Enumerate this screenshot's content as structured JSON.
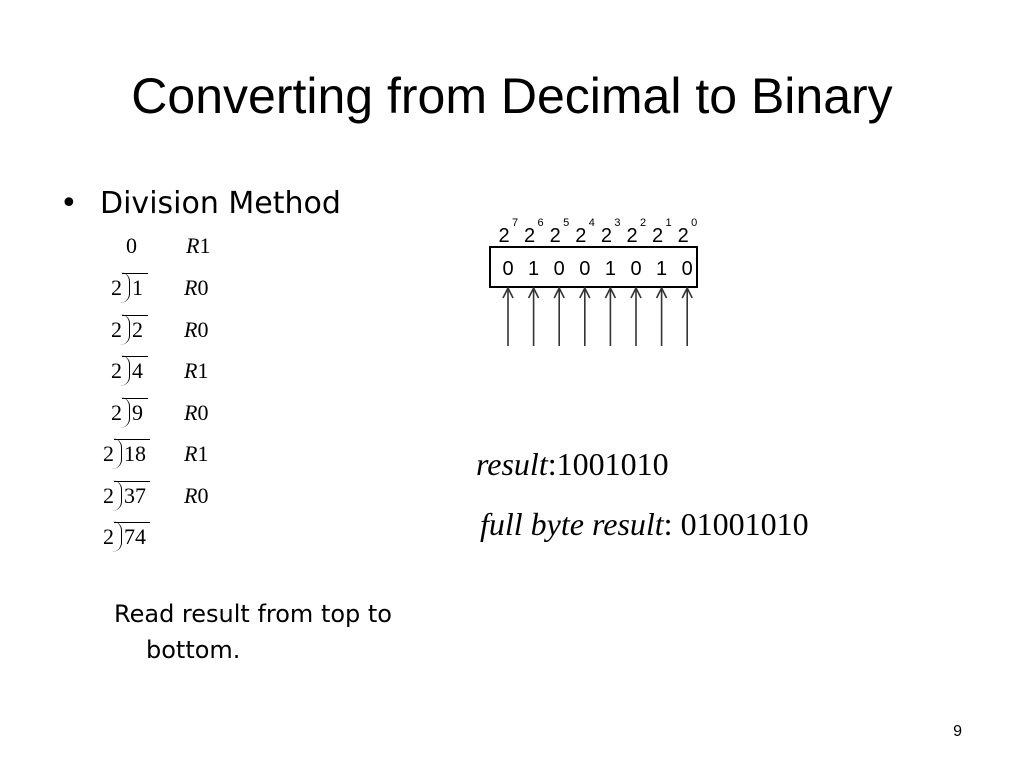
{
  "title": "Converting from Decimal to Binary",
  "bullet": {
    "marker": "•",
    "text": "Division Method"
  },
  "division": {
    "top_quotient": "0",
    "top_remainder_letter": "R",
    "top_remainder_value": "1",
    "rows": [
      {
        "divisor": "2",
        "dividend": "1",
        "remainder_letter": "R",
        "remainder_value": "0"
      },
      {
        "divisor": "2",
        "dividend": "2",
        "remainder_letter": "R",
        "remainder_value": "0"
      },
      {
        "divisor": "2",
        "dividend": "4",
        "remainder_letter": "R",
        "remainder_value": "1"
      },
      {
        "divisor": "2",
        "dividend": "9",
        "remainder_letter": "R",
        "remainder_value": "0"
      },
      {
        "divisor": "2",
        "dividend": "18",
        "remainder_letter": "R",
        "remainder_value": "1"
      },
      {
        "divisor": "2",
        "dividend": "37",
        "remainder_letter": "R",
        "remainder_value": "0"
      },
      {
        "divisor": "2",
        "dividend": "74",
        "remainder_letter": "",
        "remainder_value": ""
      }
    ]
  },
  "note": {
    "line1": "Read result from top to",
    "line2": "bottom."
  },
  "binary_diagram": {
    "bases": [
      "2",
      "2",
      "2",
      "2",
      "2",
      "2",
      "2",
      "2"
    ],
    "exponents": [
      "7",
      "6",
      "5",
      "4",
      "3",
      "2",
      "1",
      "0"
    ],
    "bits": [
      "0",
      "1",
      "0",
      "0",
      "1",
      "0",
      "1",
      "0"
    ]
  },
  "results": {
    "result_label": "result",
    "result_value": ":1001010",
    "full_label": "full byte result",
    "full_value": ": 01001010"
  },
  "page_number": "9"
}
